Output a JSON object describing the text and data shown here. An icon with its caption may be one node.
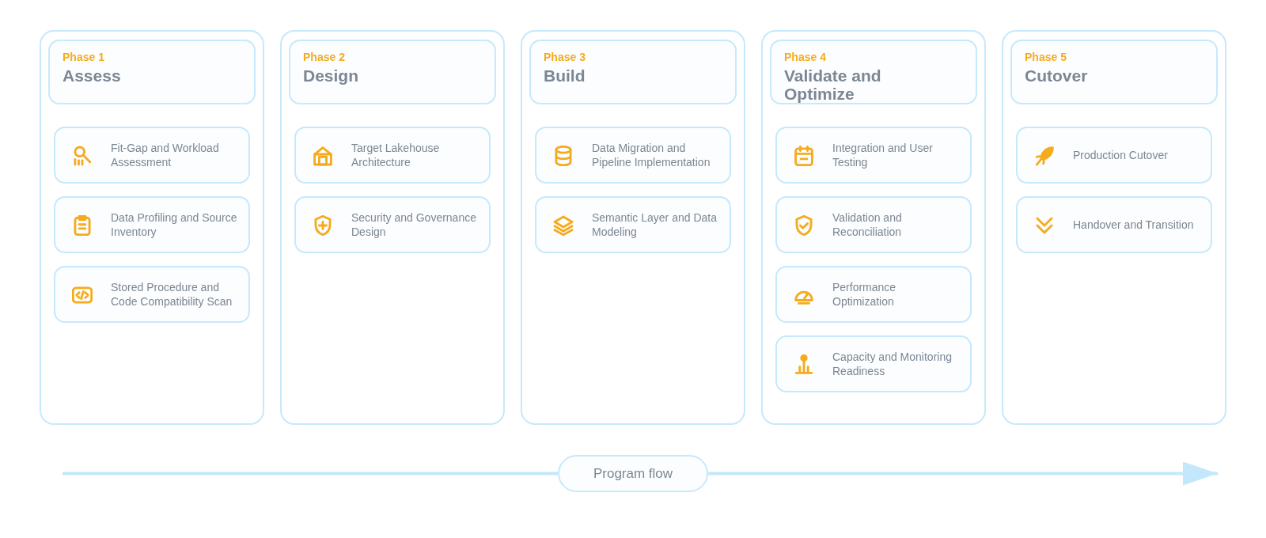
{
  "diagram": {
    "nodes": [
      {
        "text": [],
        "shape": "box"
      },
      {
        "text": [
          "Phase 1",
          "Assess"
        ],
        "in": 0
      },
      {
        "text": [
          "Fit-Gap and Workload Assessment"
        ],
        "in": 0
      },
      {
        "text": [
          "Data Profiling and Source Inventory"
        ],
        "in": 0
      },
      {
        "text": [
          "Stored Procedure and Code Compatibility Scan"
        ],
        "in": 0
      },
      {
        "text": [],
        "shape": "box"
      },
      {
        "text": [
          "Phase 2",
          "Design"
        ],
        "in": 5
      },
      {
        "text": [
          "Target Lakehouse Architecture"
        ],
        "in": 5
      },
      {
        "text": [
          "Security and Governance Design"
        ],
        "in": 5
      },
      {
        "text": [],
        "shape": "box"
      },
      {
        "text": [
          "Phase 3",
          "Build"
        ],
        "in": 9
      },
      {
        "text": [
          "Data Migration and Pipeline Implementation"
        ],
        "in": 9
      },
      {
        "text": [
          "Semantic Layer and Data Modeling"
        ],
        "in": 9
      },
      {
        "text": [],
        "shape": "box"
      },
      {
        "text": [
          "Phase 4",
          "Validate and Optimize"
        ],
        "in": 13
      },
      {
        "text": [
          "Integration and User Testing"
        ],
        "in": 13
      },
      {
        "text": [
          "Validation and Reconciliation"
        ],
        "in": 13
      },
      {
        "text": [
          "Performance Optimization"
        ],
        "in": 13
      },
      {
        "text": [
          "Capacity and Monitoring Readiness"
        ],
        "in": 13
      },
      {
        "text": [],
        "shape": "box"
      },
      {
        "text": [
          "Phase 5",
          "Cutover"
        ],
        "in": 19
      },
      {
        "text": [
          "Production Cutover"
        ],
        "in": 19
      },
      {
        "text": [
          "Handover and Transition"
        ],
        "in": 19
      },
      {
        "text": [
          "Program flow"
        ]
      }
    ],
    "edges": [
      {
        "from": null,
        "to": 23,
        "arrow": "none"
      },
      {
        "from": 23,
        "to": null,
        "arrow": "to"
      }
    ]
  }
}
